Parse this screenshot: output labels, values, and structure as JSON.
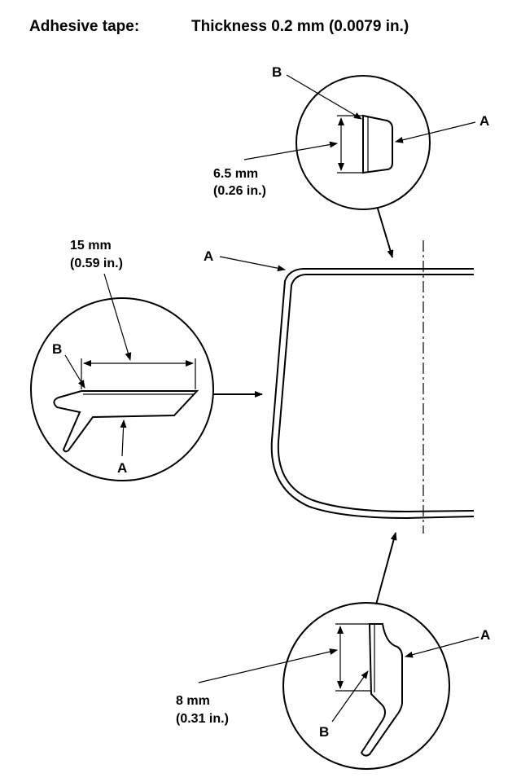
{
  "header": {
    "title_left": "Adhesive tape:",
    "title_right": "Thickness 0.2 mm (0.0079 in.)"
  },
  "detail_top": {
    "label_a": "A",
    "label_b": "B",
    "dim_mm": "6.5 mm",
    "dim_in": "(0.26 in.)"
  },
  "detail_left": {
    "label_a": "A",
    "label_b": "B",
    "dim_mm": "15 mm",
    "dim_in": "(0.59 in.)"
  },
  "detail_bottom": {
    "label_a": "A",
    "label_b": "B",
    "dim_mm": "8 mm",
    "dim_in": "(0.31 in.)"
  },
  "panel": {
    "label_a": "A"
  }
}
